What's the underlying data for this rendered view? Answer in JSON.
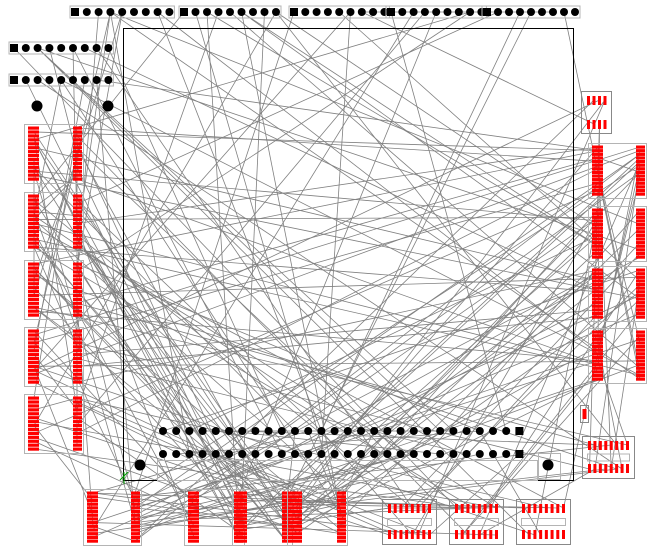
{
  "view": "pcb-layout-ratsnest",
  "colors": {
    "background": "#ffffff",
    "board_outline": "#000000",
    "silkscreen": "#b4b4b4",
    "pad_smd": "#ff0000",
    "pad_tht": "#000000",
    "ratsnest": "#808080",
    "origin": "#00a000"
  },
  "components": {
    "top_headers": 5,
    "header_pins": 9,
    "left_headers": 2,
    "left_soic": 5,
    "right_soic": 4,
    "bottom_soic": 4,
    "bottom_right_tssop": 4,
    "main_connector_pins_per_row": 28,
    "mounting_holes": 4
  },
  "ratsnest_count": 260
}
